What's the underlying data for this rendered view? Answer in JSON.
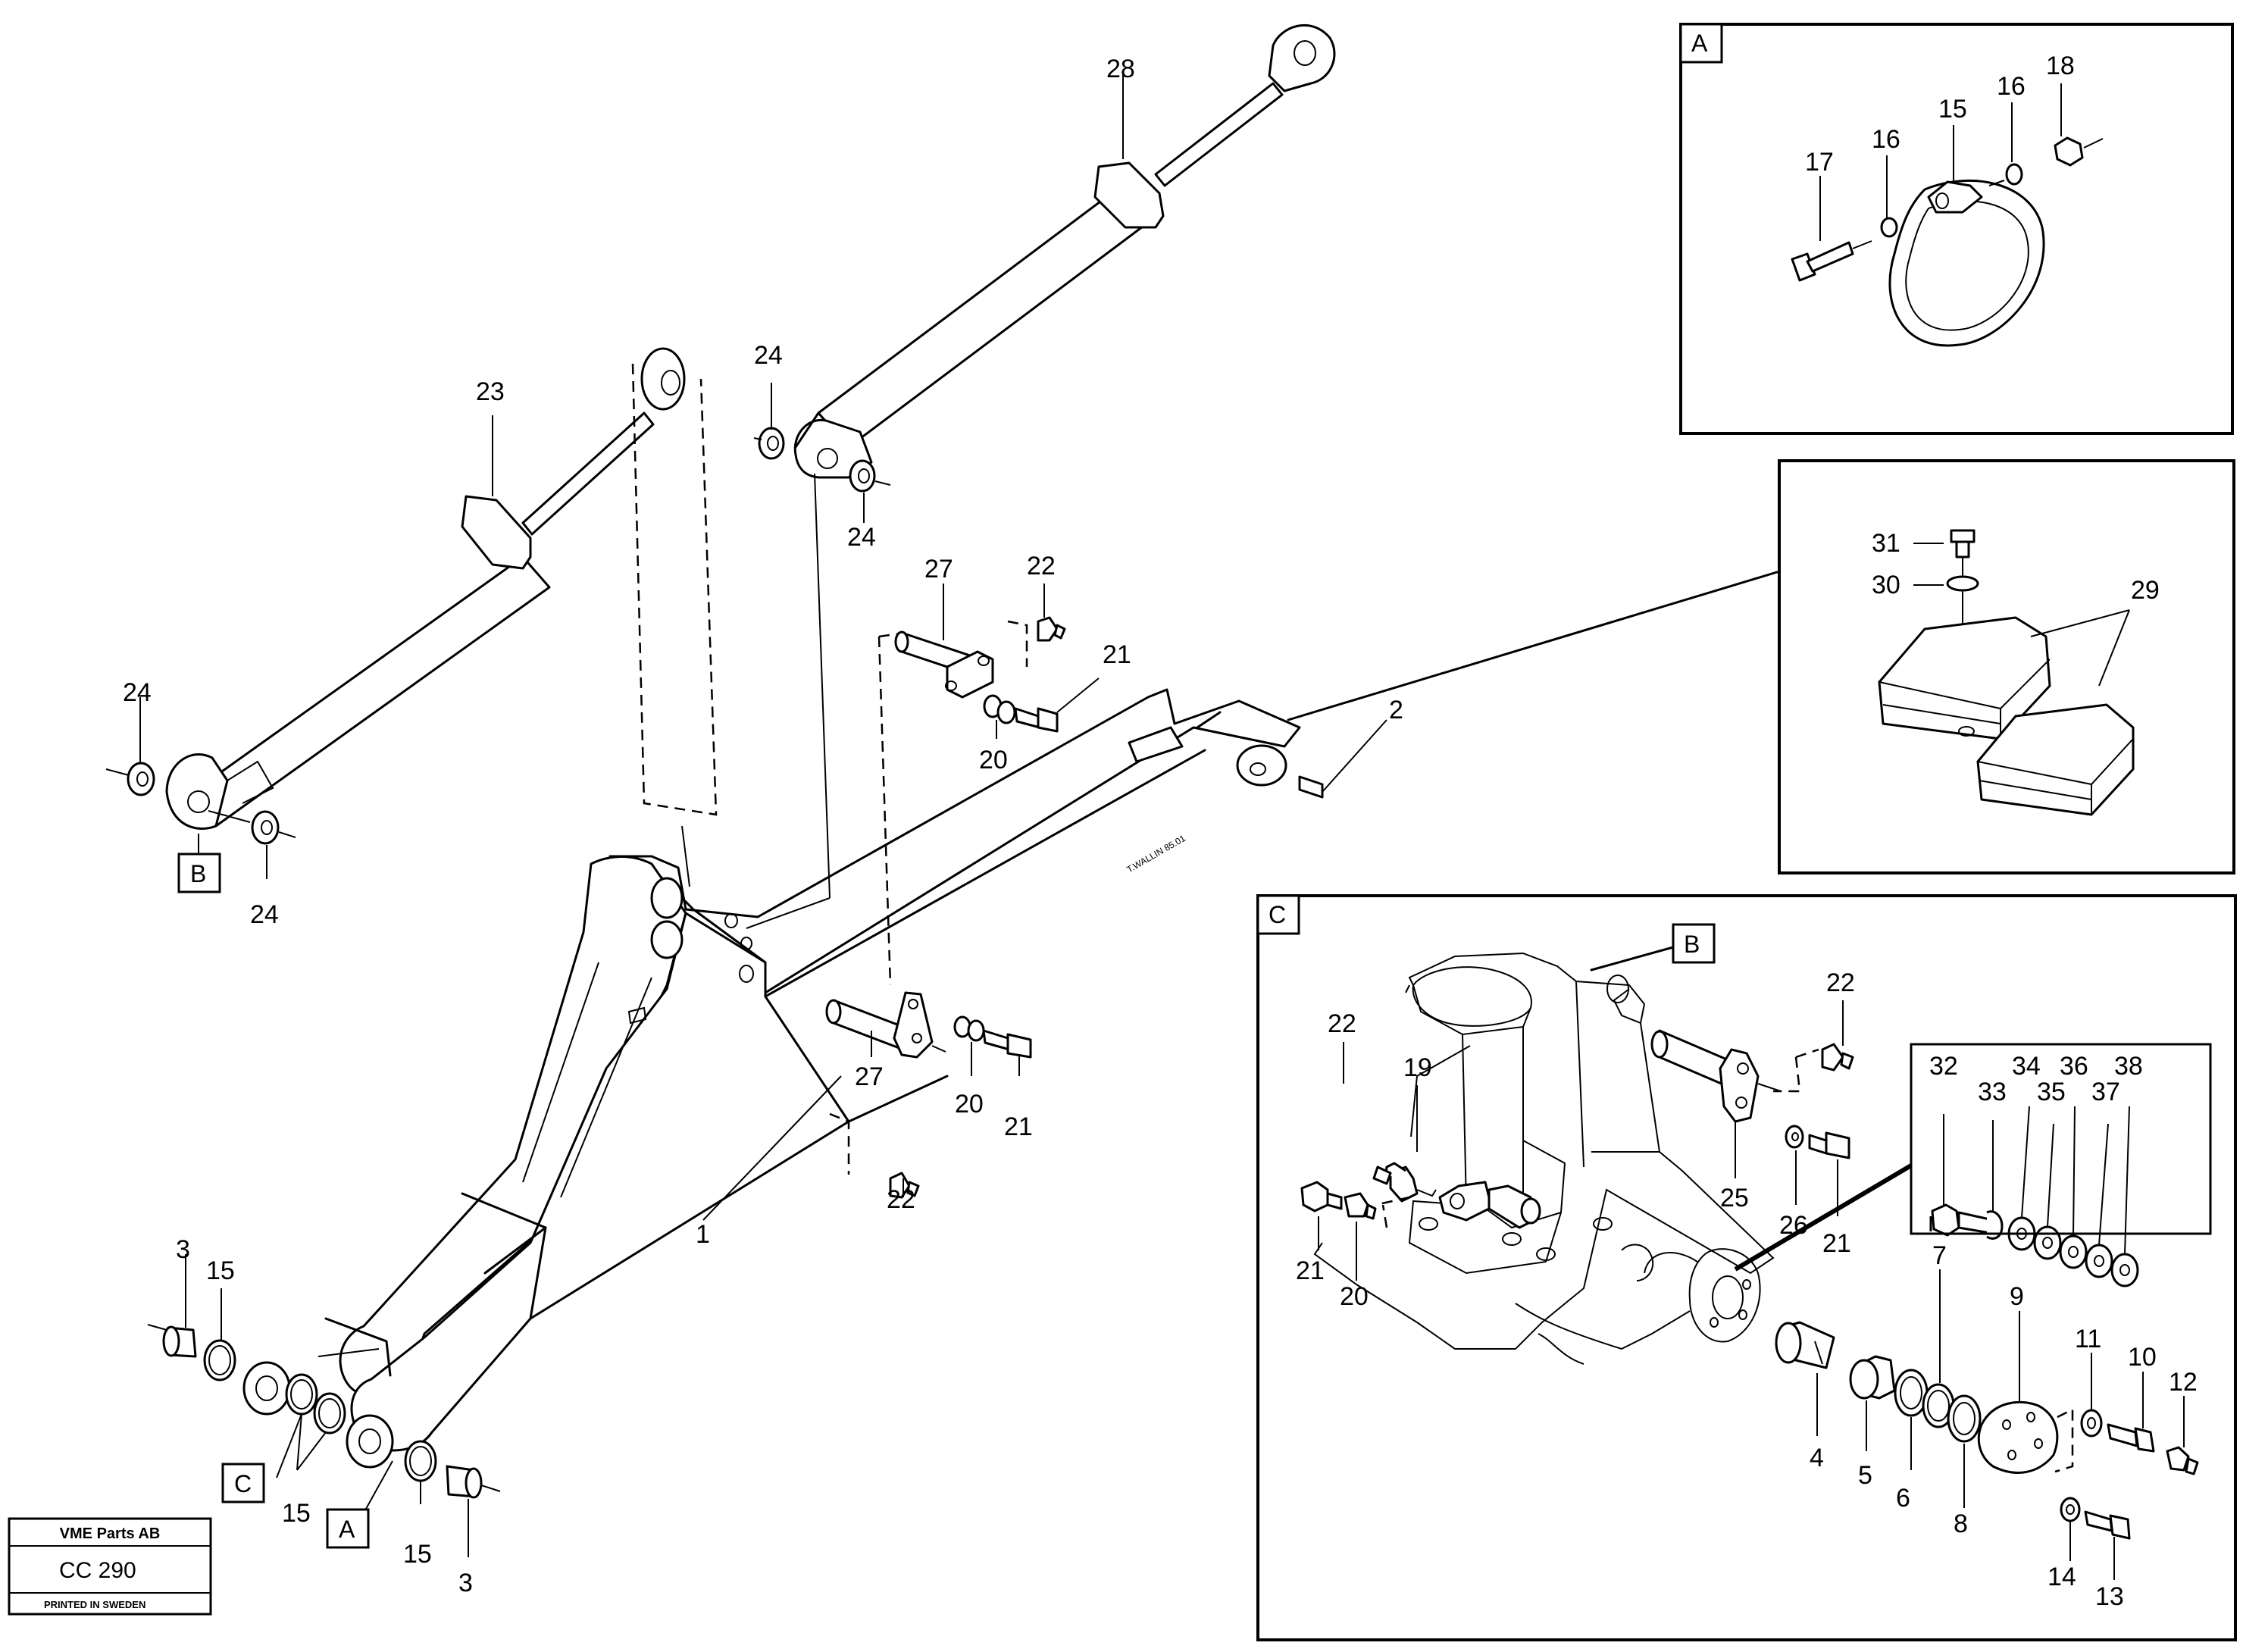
{
  "document": {
    "publisher": "VME Parts AB",
    "code": "CC 290",
    "printed": "PRINTED IN SWEDEN"
  },
  "insets": {
    "a": {
      "label": "A"
    },
    "c": {
      "label": "C"
    }
  },
  "markers": {
    "a_main": "A",
    "b_main": "B",
    "c_main": "C",
    "b_inset": "B"
  },
  "labels": {
    "l28": "28",
    "l23": "23",
    "l24a": "24",
    "l24b": "24",
    "l24c": "24",
    "l24d": "24",
    "l27a": "27",
    "l22a": "22",
    "l21a": "21",
    "l20a": "20",
    "l2": "2",
    "l27b": "27",
    "l20b": "20",
    "l21b": "21",
    "l22b": "22",
    "l1": "1",
    "l3a": "3",
    "l15a": "15",
    "l15b": "15",
    "l15c": "15",
    "l3b": "3",
    "a17": "17",
    "a16a": "16",
    "a15": "15",
    "a16b": "16",
    "a18": "18",
    "p31": "31",
    "p30": "30",
    "p29": "29",
    "c22a": "22",
    "c19": "19",
    "c21a": "21",
    "c20": "20",
    "c22b": "22",
    "c25": "25",
    "c26": "26",
    "c21b": "21",
    "c32": "32",
    "c33": "33",
    "c34": "34",
    "c35": "35",
    "c36": "36",
    "c37": "37",
    "c38": "38",
    "c4": "4",
    "c5": "5",
    "c6": "6",
    "c7": "7",
    "c8": "8",
    "c9": "9",
    "c11": "11",
    "c10": "10",
    "c12": "12",
    "c14": "14",
    "c13": "13"
  },
  "artist_mark": "T.WALLIN 85.01"
}
